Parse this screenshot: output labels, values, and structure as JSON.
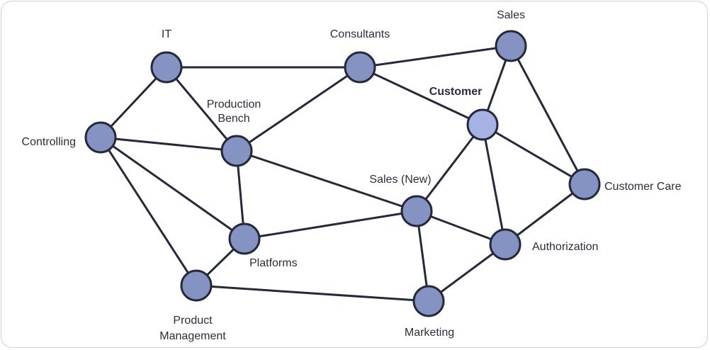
{
  "diagram": {
    "type": "network-graph",
    "colors": {
      "node": "#8593c3",
      "highlight_node": "#a5b2e3",
      "edge": "#252a3a",
      "label": "#2a2d3d"
    },
    "nodes": [
      {
        "id": "it",
        "label": [
          "IT"
        ]
      },
      {
        "id": "consultants",
        "label": [
          "Consultants"
        ]
      },
      {
        "id": "sales",
        "label": [
          "Sales"
        ]
      },
      {
        "id": "customer",
        "label": [
          "Customer"
        ],
        "highlight": true
      },
      {
        "id": "controlling",
        "label": [
          "Controlling"
        ]
      },
      {
        "id": "production-bench",
        "label": [
          "Production",
          "Bench"
        ]
      },
      {
        "id": "customer-care",
        "label": [
          "Customer Care"
        ]
      },
      {
        "id": "sales-new",
        "label": [
          "Sales (New)"
        ]
      },
      {
        "id": "platforms",
        "label": [
          "Platforms"
        ]
      },
      {
        "id": "authorization",
        "label": [
          "Authorization"
        ]
      },
      {
        "id": "product-management",
        "label": [
          "Product",
          "Management"
        ]
      },
      {
        "id": "marketing",
        "label": [
          "Marketing"
        ]
      }
    ],
    "edges": [
      [
        "it",
        "consultants"
      ],
      [
        "it",
        "controlling"
      ],
      [
        "it",
        "production-bench"
      ],
      [
        "consultants",
        "sales"
      ],
      [
        "consultants",
        "production-bench"
      ],
      [
        "consultants",
        "customer"
      ],
      [
        "sales",
        "customer"
      ],
      [
        "sales",
        "customer-care"
      ],
      [
        "customer",
        "customer-care"
      ],
      [
        "customer",
        "sales-new"
      ],
      [
        "customer",
        "authorization"
      ],
      [
        "controlling",
        "production-bench"
      ],
      [
        "controlling",
        "platforms"
      ],
      [
        "controlling",
        "product-management"
      ],
      [
        "production-bench",
        "platforms"
      ],
      [
        "production-bench",
        "sales-new"
      ],
      [
        "platforms",
        "sales-new"
      ],
      [
        "platforms",
        "product-management"
      ],
      [
        "product-management",
        "marketing"
      ],
      [
        "sales-new",
        "marketing"
      ],
      [
        "sales-new",
        "authorization"
      ],
      [
        "authorization",
        "customer-care"
      ],
      [
        "authorization",
        "marketing"
      ]
    ]
  }
}
